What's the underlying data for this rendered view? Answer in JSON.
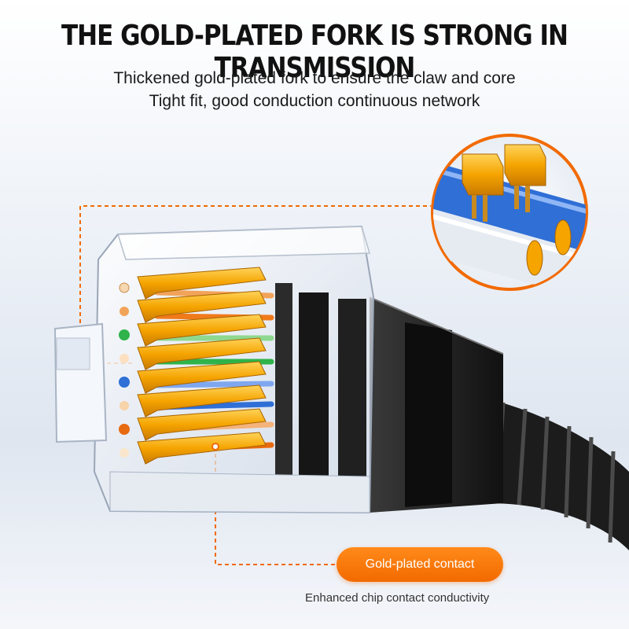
{
  "headline": "THE GOLD-PLATED FORK IS STRONG IN TRANSMISSION",
  "subtitle_line1": "Thickened gold-plated fork to ensure the claw and core",
  "subtitle_line2": "Tight fit, good conduction continuous network",
  "callout": {
    "label": "Gold-plated contact",
    "caption": "Enhanced chip contact conductivity"
  },
  "colors": {
    "accent_orange": "#f26a00",
    "gold": "#f5a400",
    "wire_blue": "#2f6fd6",
    "cable_black": "#1e1e1e"
  }
}
